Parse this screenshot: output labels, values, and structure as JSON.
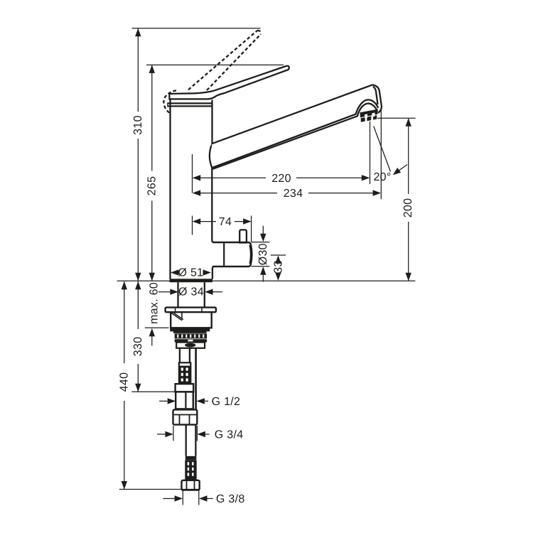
{
  "drawing": {
    "description": "faucet-dimensional-diagram",
    "colors": {
      "ink": "#1d1d1b",
      "background": "#ffffff"
    },
    "labels": {
      "height_total": "310",
      "height_handle": "265",
      "reach_aerator": "220",
      "reach_tip": "234",
      "spray_angle": "20°",
      "height_outlet": "200",
      "outlet_offset": "74",
      "outlet_diameter": "Ø30",
      "outlet_height": "33",
      "base_diameter": "Ø 51",
      "shank_diameter": "Ø 34",
      "counter_thickness": "max. 60",
      "hose_len_short": "330",
      "hose_len_long": "440",
      "thread_top": "G 1/2",
      "thread_mid": "G 3/4",
      "thread_bottom": "G 3/8"
    }
  }
}
